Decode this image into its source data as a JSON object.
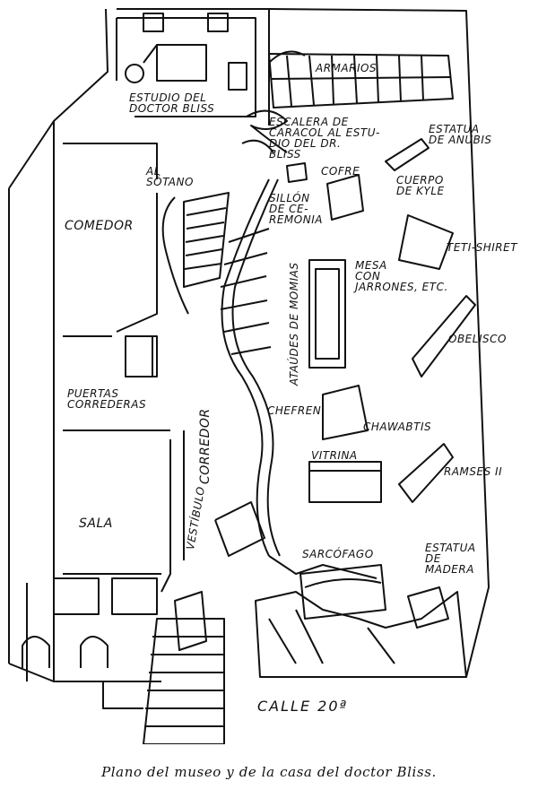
{
  "plan": {
    "labels": {
      "armarios": "ARMARIOS",
      "estudio": "ESTUDIO DEL\nDOCTOR BLISS",
      "escalera": "ESCALERA DE\nCARACOL AL ESTU-\nDIO DEL DR.\nBLISS",
      "estatua_anubis": "ESTATUA\nDE ANUBIS",
      "al_sotano": "AL\nSÓTANO",
      "cofre": "COFRE",
      "cuerpo_kyle": "CUERPO\nDE KYLE",
      "sillon": "SILLÓN\nDE CE-\nREMONIA",
      "comedor": "COMEDOR",
      "teti_shiret": "TETI-SHIRET",
      "mesa": "MESA\nCON\nJARRONES, ETC.",
      "ataudes": "ATAÚDES DE MOMIAS",
      "obelisco": "OBELISCO",
      "puertas": "PUERTAS\nCORREDERAS",
      "corredor": "CORREDOR",
      "chefren": "CHEFREN",
      "chawabtis": "CHAWABTIS",
      "vitrina": "VITRINA",
      "ramses": "RAMSES II",
      "vestibulo": "VESTÍBULO",
      "sala": "SALA",
      "sarcofago": "SARCÓFAGO",
      "estatua_madera": "ESTATUA\nDE\nMADERA",
      "calle": "CALLE 20ª"
    }
  },
  "caption": "Plano del museo y de la casa del doctor Bliss."
}
